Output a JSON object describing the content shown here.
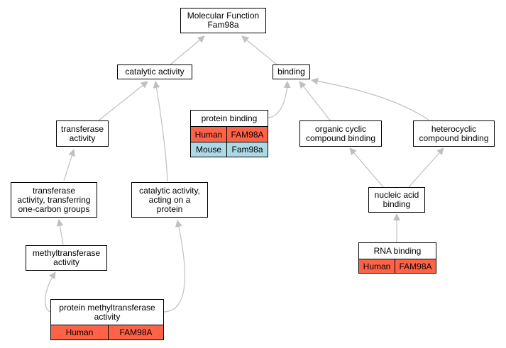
{
  "colors": {
    "human": "#ff6347",
    "mouse": "#add8e6",
    "edge": "#c0c0c0"
  },
  "nodes": {
    "root": "Molecular Function\nFam98a",
    "catalytic_activity": "catalytic activity",
    "binding": "binding",
    "transferase_activity": "transferase\nactivity",
    "transferase_one_carbon": "transferase\nactivity, transferring\none-carbon groups",
    "methyltransferase_activity": "methyltransferase\nactivity",
    "catalytic_on_protein": "catalytic activity,\nacting on a\nprotein",
    "organic_cyclic": "organic cyclic\ncompound binding",
    "heterocyclic": "heterocyclic\ncompound binding",
    "nucleic_acid": "nucleic acid\nbinding"
  },
  "annotated": {
    "protein_binding": {
      "title": "protein binding",
      "rows": [
        {
          "species": "Human",
          "gene": "FAM98A"
        },
        {
          "species": "Mouse",
          "gene": "Fam98a"
        }
      ]
    },
    "protein_methyltransferase": {
      "title": "protein methyltransferase\nactivity",
      "rows": [
        {
          "species": "Human",
          "gene": "FAM98A"
        }
      ]
    },
    "rna_binding": {
      "title": "RNA binding",
      "rows": [
        {
          "species": "Human",
          "gene": "FAM98A"
        }
      ]
    }
  }
}
